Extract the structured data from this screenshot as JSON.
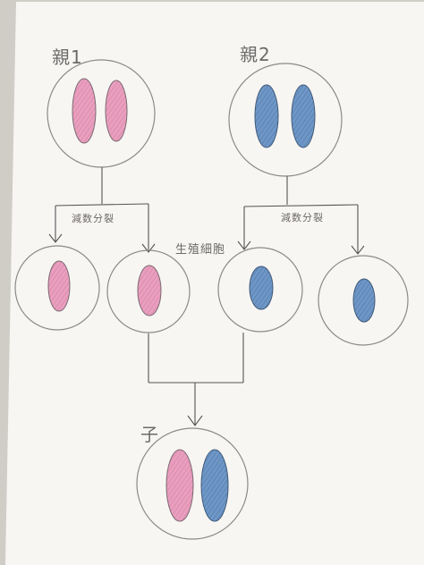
{
  "labels": {
    "parent1": "親1",
    "parent2": "親2",
    "meiosis_left": "減数分裂",
    "meiosis_right": "減数分裂",
    "gametes": "生殖細胞",
    "child": "子"
  },
  "colors": {
    "paper": "#f8f6f3",
    "pink": "#e89bbb",
    "blue": "#6a93c3",
    "outline": "#8c8a88",
    "ink": "#6d6a6a"
  }
}
